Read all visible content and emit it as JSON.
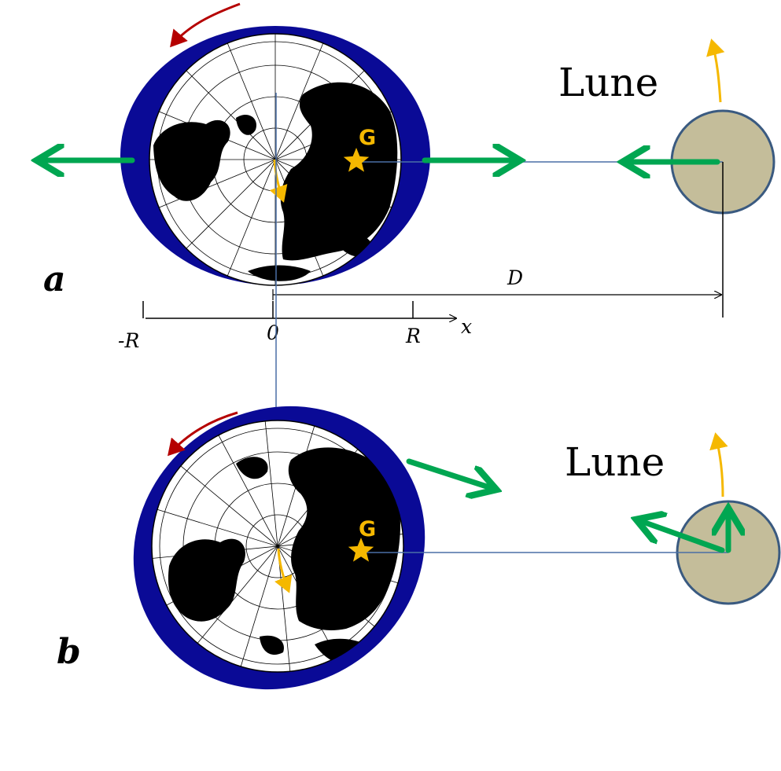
{
  "panels": [
    {
      "label": "a",
      "moon_label": "Lune",
      "barycenter_label": "G",
      "distance_label": "D"
    },
    {
      "label": "b",
      "moon_label": "Lune",
      "barycenter_label": "G"
    }
  ],
  "axis": {
    "ticks": [
      "-R",
      "0",
      "R"
    ],
    "name": "x"
  },
  "colors": {
    "ocean": "#0a0a96",
    "land": "#000000",
    "moon_fill": "#c4bd9a",
    "moon_stroke": "#3a5a80",
    "force_arrow": "#00a651",
    "rotation_arrow": "#b50000",
    "orbit_arrow": "#f5b800",
    "barycenter": "#f5b800",
    "guide_line": "#4a6fa5"
  },
  "icons": {
    "barycenter": "star-icon",
    "rotation": "curved-arrow-icon"
  }
}
